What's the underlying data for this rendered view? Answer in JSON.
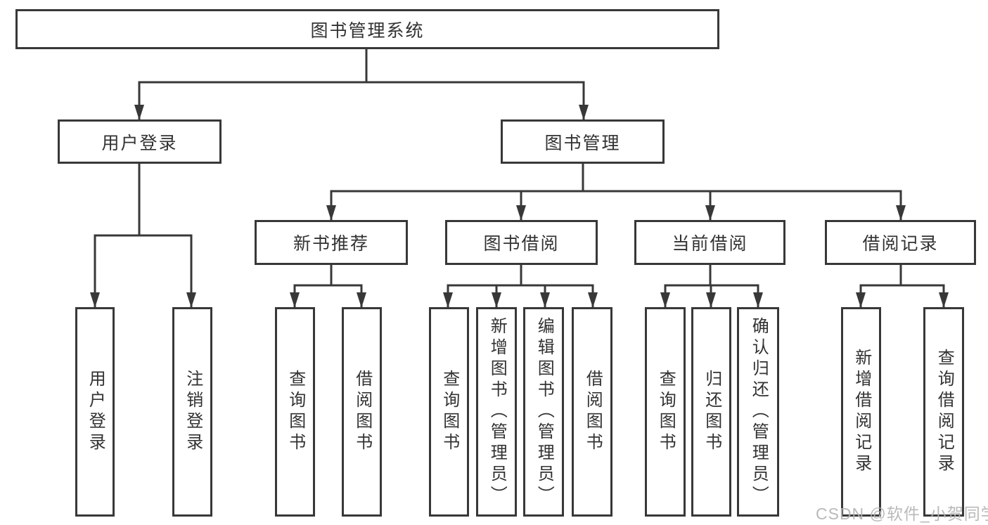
{
  "diagram_type": "hierarchy-tree",
  "colors": {
    "line": "#383838",
    "box_border": "#383838",
    "text": "#323232",
    "watermark": "#b2b2b2",
    "background": "#ffffff"
  },
  "tree": {
    "label": "图书管理系统",
    "children": [
      {
        "label": "用户登录",
        "children": [
          {
            "label": "用户登录"
          },
          {
            "label": "注销登录"
          }
        ]
      },
      {
        "label": "图书管理",
        "children": [
          {
            "label": "新书推荐",
            "children": [
              {
                "label": "查询图书"
              },
              {
                "label": "借阅图书"
              }
            ]
          },
          {
            "label": "图书借阅",
            "children": [
              {
                "label": "查询图书"
              },
              {
                "label": "新增图书（管理员）"
              },
              {
                "label": "编辑图书（管理员）"
              },
              {
                "label": "借阅图书"
              }
            ]
          },
          {
            "label": "当前借阅",
            "children": [
              {
                "label": "查询图书"
              },
              {
                "label": "归还图书"
              },
              {
                "label": "确认归还（管理员）"
              }
            ]
          },
          {
            "label": "借阅记录",
            "children": [
              {
                "label": "新增借阅记录"
              },
              {
                "label": "查询借阅记录"
              }
            ]
          }
        ]
      }
    ]
  },
  "watermark": {
    "text": "CSDN @软件_小贺同学"
  }
}
